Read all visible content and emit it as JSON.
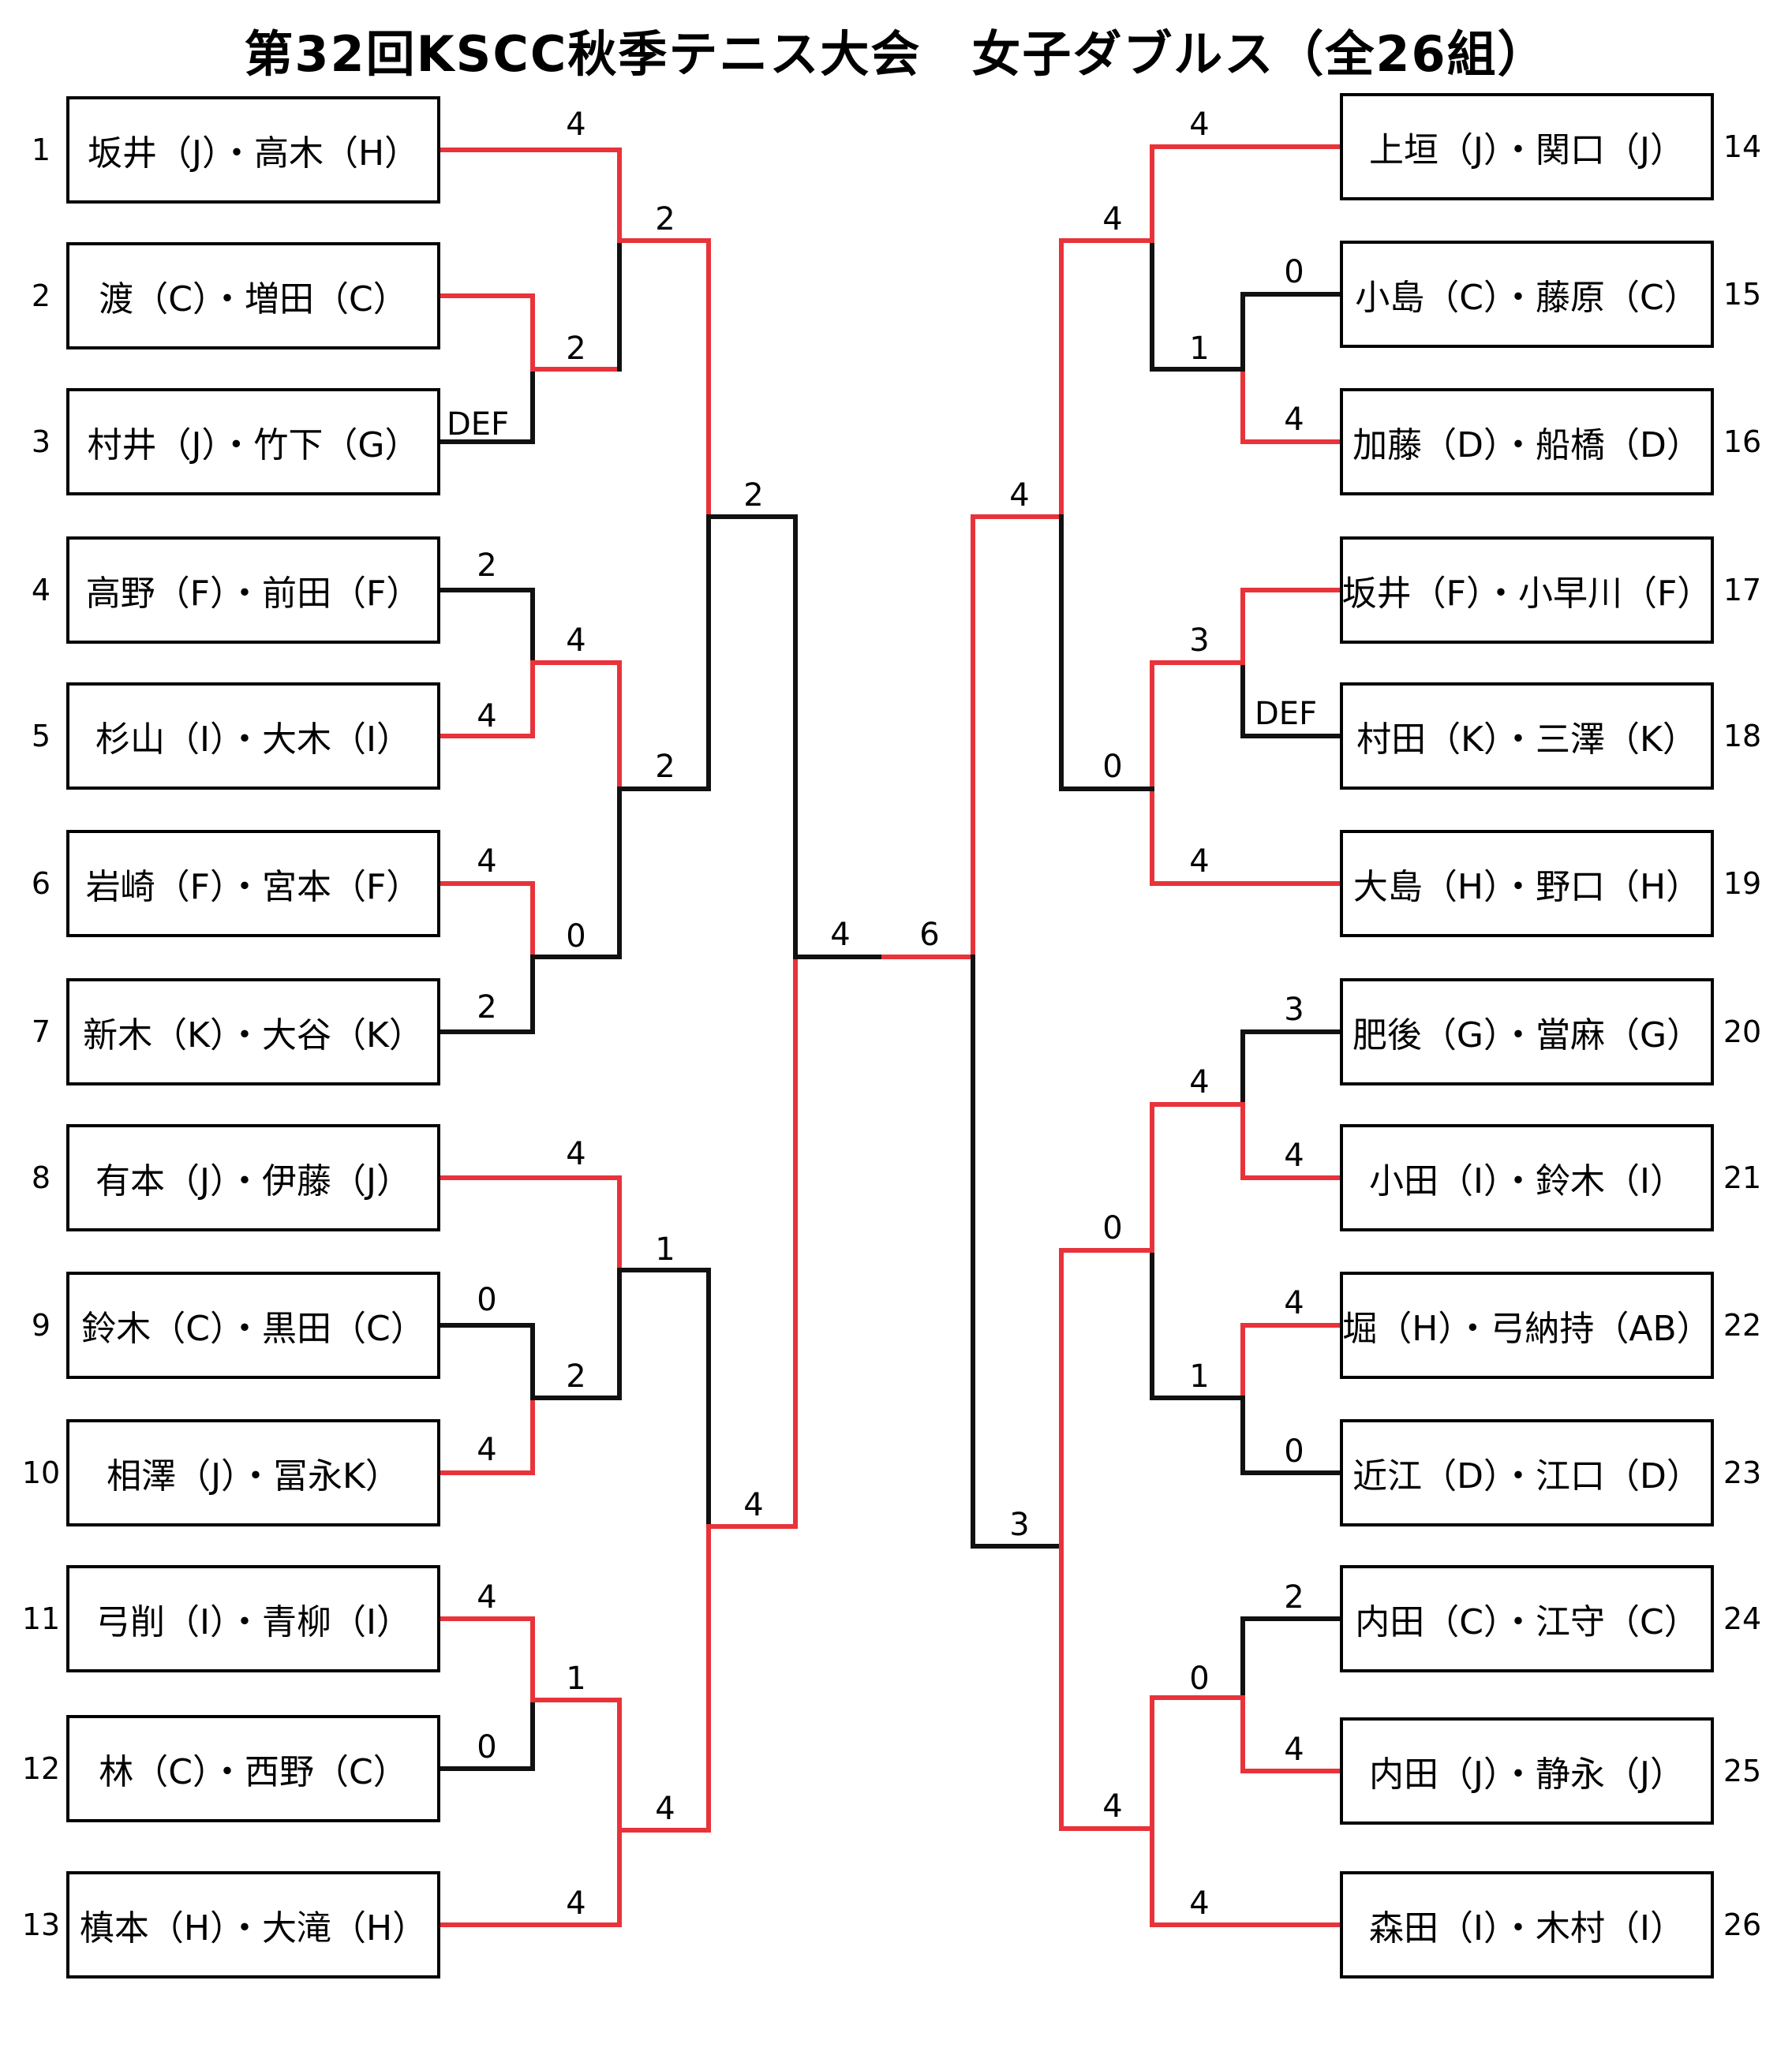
{
  "title": "第32回KSCC秋季テニス大会　女子ダブルス（全26組）",
  "colors": {
    "winner_line": "#e8333a",
    "loser_line": "#111111",
    "box_border": "#000000"
  },
  "def_label": "DEF",
  "teams": [
    {
      "seed": "1",
      "name": "坂井（J）・高木（H）"
    },
    {
      "seed": "2",
      "name": "渡（C）・増田（C）"
    },
    {
      "seed": "3",
      "name": "村井（J）・竹下（G）"
    },
    {
      "seed": "4",
      "name": "高野（F）・前田（F）"
    },
    {
      "seed": "5",
      "name": "杉山（I）・大木（I）"
    },
    {
      "seed": "6",
      "name": "岩崎（F）・宮本（F）"
    },
    {
      "seed": "7",
      "name": "新木（K）・大谷（K）"
    },
    {
      "seed": "8",
      "name": "有本（J）・伊藤（J）"
    },
    {
      "seed": "9",
      "name": "鈴木（C）・黒田（C）"
    },
    {
      "seed": "10",
      "name": "相澤（J）・冨永K）"
    },
    {
      "seed": "11",
      "name": "弓削（I）・青柳（I）"
    },
    {
      "seed": "12",
      "name": "林（C）・西野（C）"
    },
    {
      "seed": "13",
      "name": "槙本（H）・大滝（H）"
    },
    {
      "seed": "14",
      "name": "上垣（J）・関口（J）"
    },
    {
      "seed": "15",
      "name": "小島（C）・藤原（C）"
    },
    {
      "seed": "16",
      "name": "加藤（D）・船橋（D）"
    },
    {
      "seed": "17",
      "name": "坂井（F）・小早川（F）"
    },
    {
      "seed": "18",
      "name": "村田（K）・三澤（K）"
    },
    {
      "seed": "19",
      "name": "大島（H）・野口（H）"
    },
    {
      "seed": "20",
      "name": "肥後（G）・當麻（G）"
    },
    {
      "seed": "21",
      "name": "小田（I）・鈴木（I）"
    },
    {
      "seed": "22",
      "name": "堀（H）・弓納持（AB）"
    },
    {
      "seed": "23",
      "name": "近江（D）・江口（D）"
    },
    {
      "seed": "24",
      "name": "内田（C）・江守（C）"
    },
    {
      "seed": "25",
      "name": "内田（J）・静永（J）"
    },
    {
      "seed": "26",
      "name": "森田（I）・木村（I）"
    }
  ],
  "scores": {
    "L1": "4",
    "L2_3_top": "2",
    "L2_3_def": "DEF",
    "L4": "2",
    "L5": "4",
    "L6": "4",
    "L7": "2",
    "L8": "4",
    "L9": "0",
    "L10": "4",
    "L11": "4",
    "L12": "0",
    "L13": "4",
    "L1_23": "4",
    "L23_sf": "2",
    "L45": "4",
    "L67": "0",
    "L4567": "2",
    "L8_910": "1",
    "L910": "2",
    "L11_12": "1",
    "L13_1112": "4",
    "L1112": "4",
    "LQF_top": "2",
    "LQF_bot": "4",
    "final_left": "4",
    "final_right": "6",
    "R14": "4",
    "R15": "0",
    "R16": "4",
    "R15_16": "1",
    "R14_1516": "4",
    "R17": "3",
    "R18_def": "DEF",
    "R17_18": "3",
    "R19": "4",
    "R17_19": "0",
    "RQF_top": "4",
    "RQF_top_sub": "4",
    "R20": "3",
    "R21": "4",
    "R20_21": "4",
    "R22": "4",
    "R23": "0",
    "R22_23": "1",
    "R20_23": "0",
    "R24": "2",
    "R25": "4",
    "R24_25": "0",
    "R26": "4",
    "R24_26": "4",
    "RQF_bot": "3"
  }
}
